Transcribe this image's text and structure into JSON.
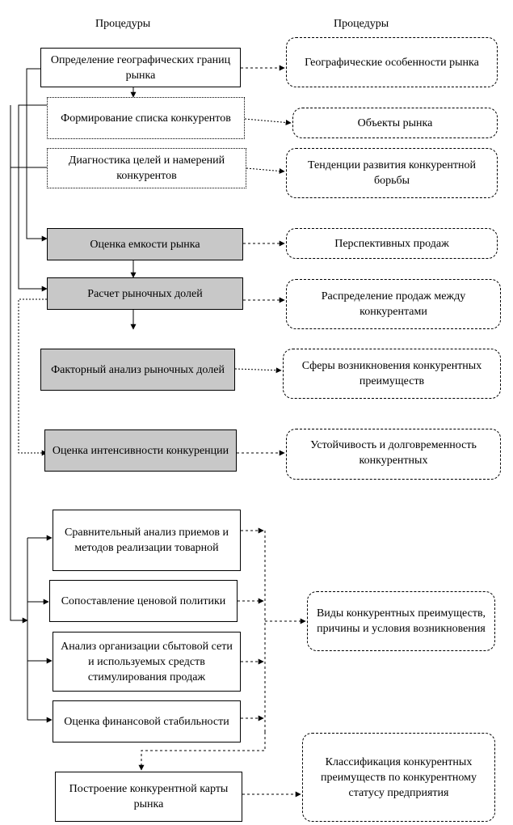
{
  "headers": {
    "left": "Процедуры",
    "right": "Процедуры"
  },
  "procedures": {
    "p1": "Определение географических границ рынка",
    "p2": "Формирование списка конкурентов",
    "p3": "Диагностика целей и намерений конкурентов",
    "p4": "Оценка емкости рынка",
    "p5": "Расчет рыночных долей",
    "p6": "Факторный анализ рыночных долей",
    "p7": "Оценка интенсивности конкуренции",
    "p8": "Сравнительный анализ приемов и методов реализации товарной",
    "p9": "Сопоставление ценовой политики",
    "p10": "Анализ организации сбытовой сети и используемых средств стимулирования продаж",
    "p11": "Оценка финансовой стабильности",
    "p12": "Построение конкурентной карты рынка"
  },
  "results": {
    "r1": "Географические особенности рынка",
    "r2": "Объекты рынка",
    "r3": "Тенденции развития конкурентной борьбы",
    "r4": "Перспективных продаж",
    "r5": "Распределение продаж между конкурентами",
    "r6": "Сферы возникновения конкурентных преимуществ",
    "r7": "Устойчивость и долговременность конкурентных",
    "r8": "Виды конкурентных преимуществ, причины и условия возникновения",
    "r9": "Классификация конкурентных преимуществ по конкурентному статусу предприятия"
  }
}
